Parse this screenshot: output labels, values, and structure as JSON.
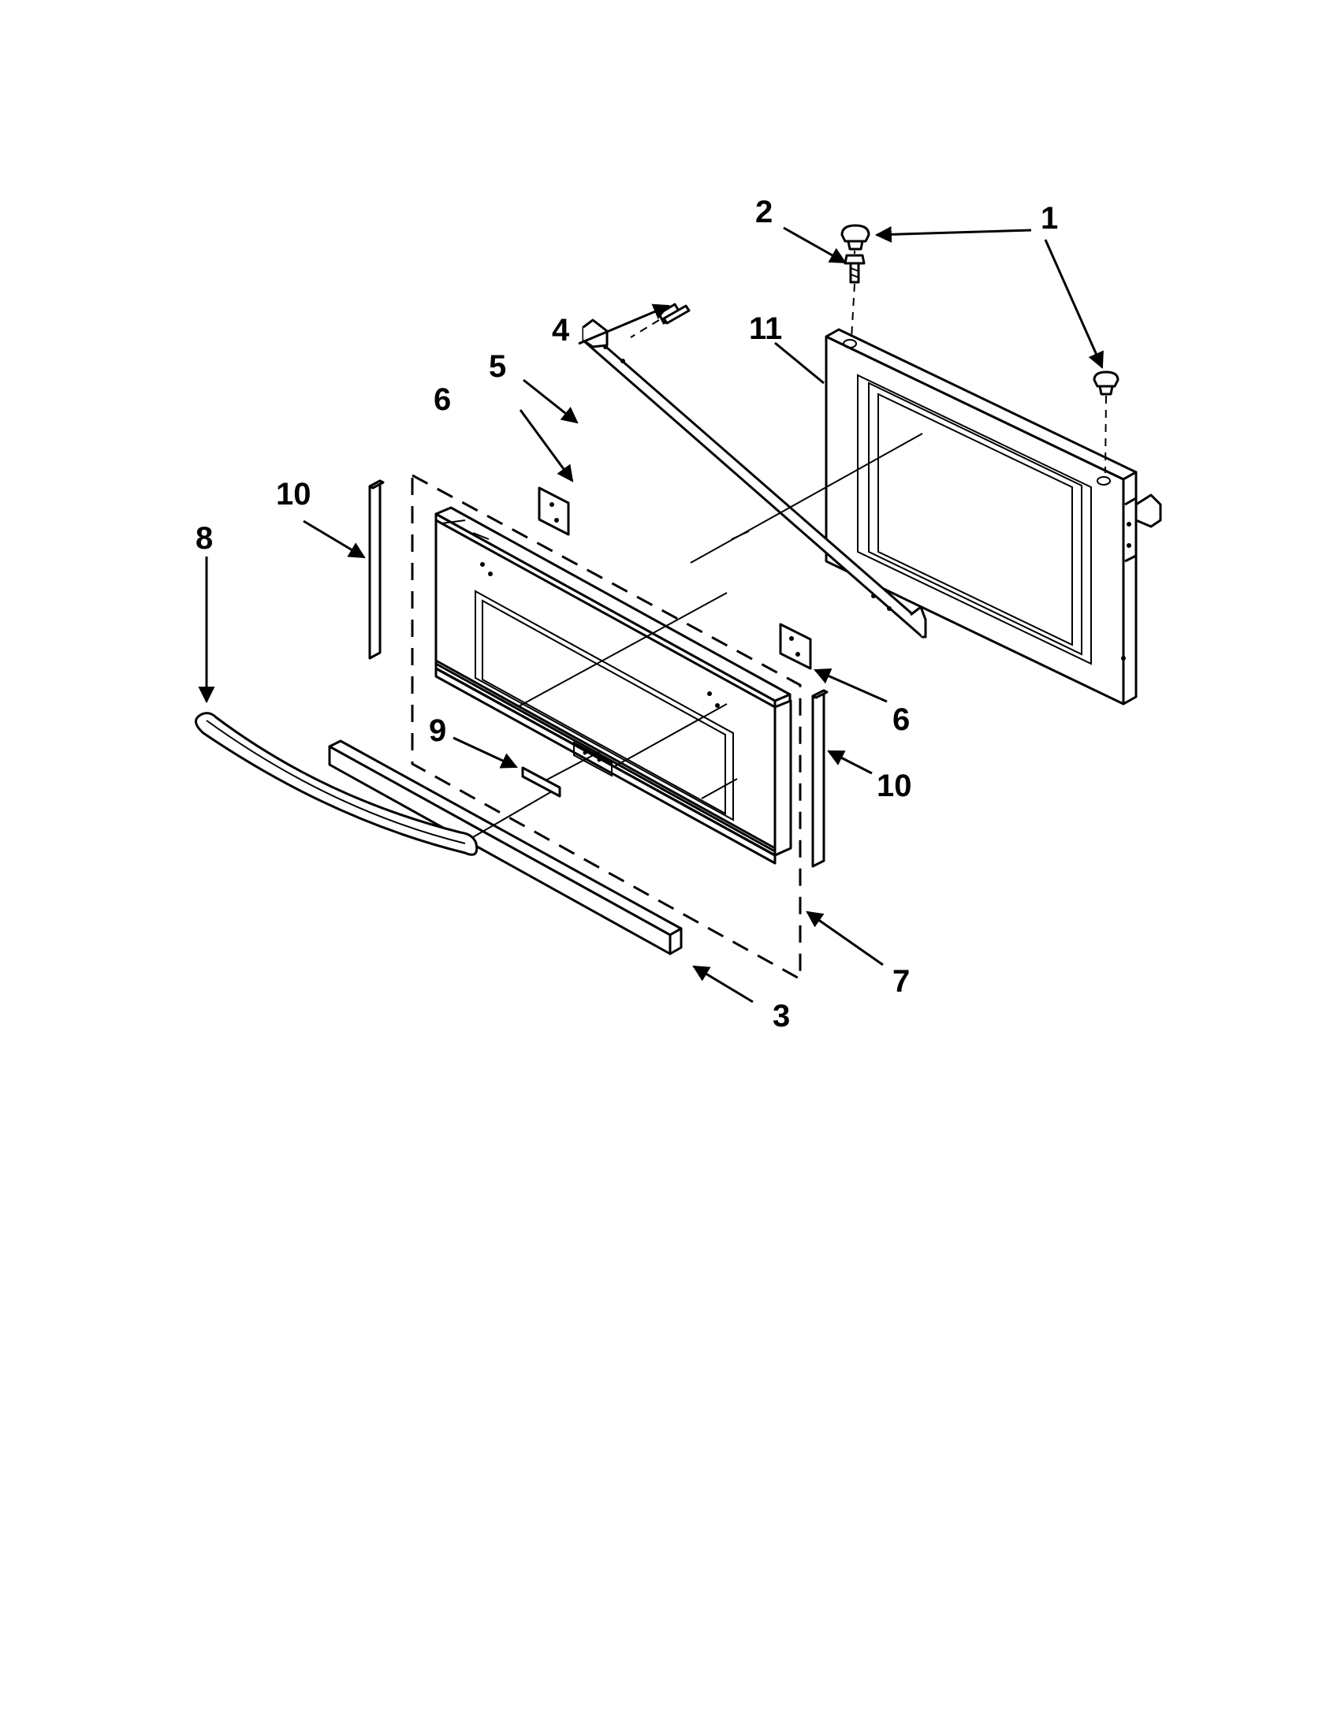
{
  "diagram": {
    "callouts": {
      "c1": "1",
      "c2": "2",
      "c3": "3",
      "c4": "4",
      "c5": "5",
      "c6a": "6",
      "c6b": "6",
      "c7": "7",
      "c8": "8",
      "c9": "9",
      "c10a": "10",
      "c10b": "10",
      "c11": "11"
    }
  }
}
